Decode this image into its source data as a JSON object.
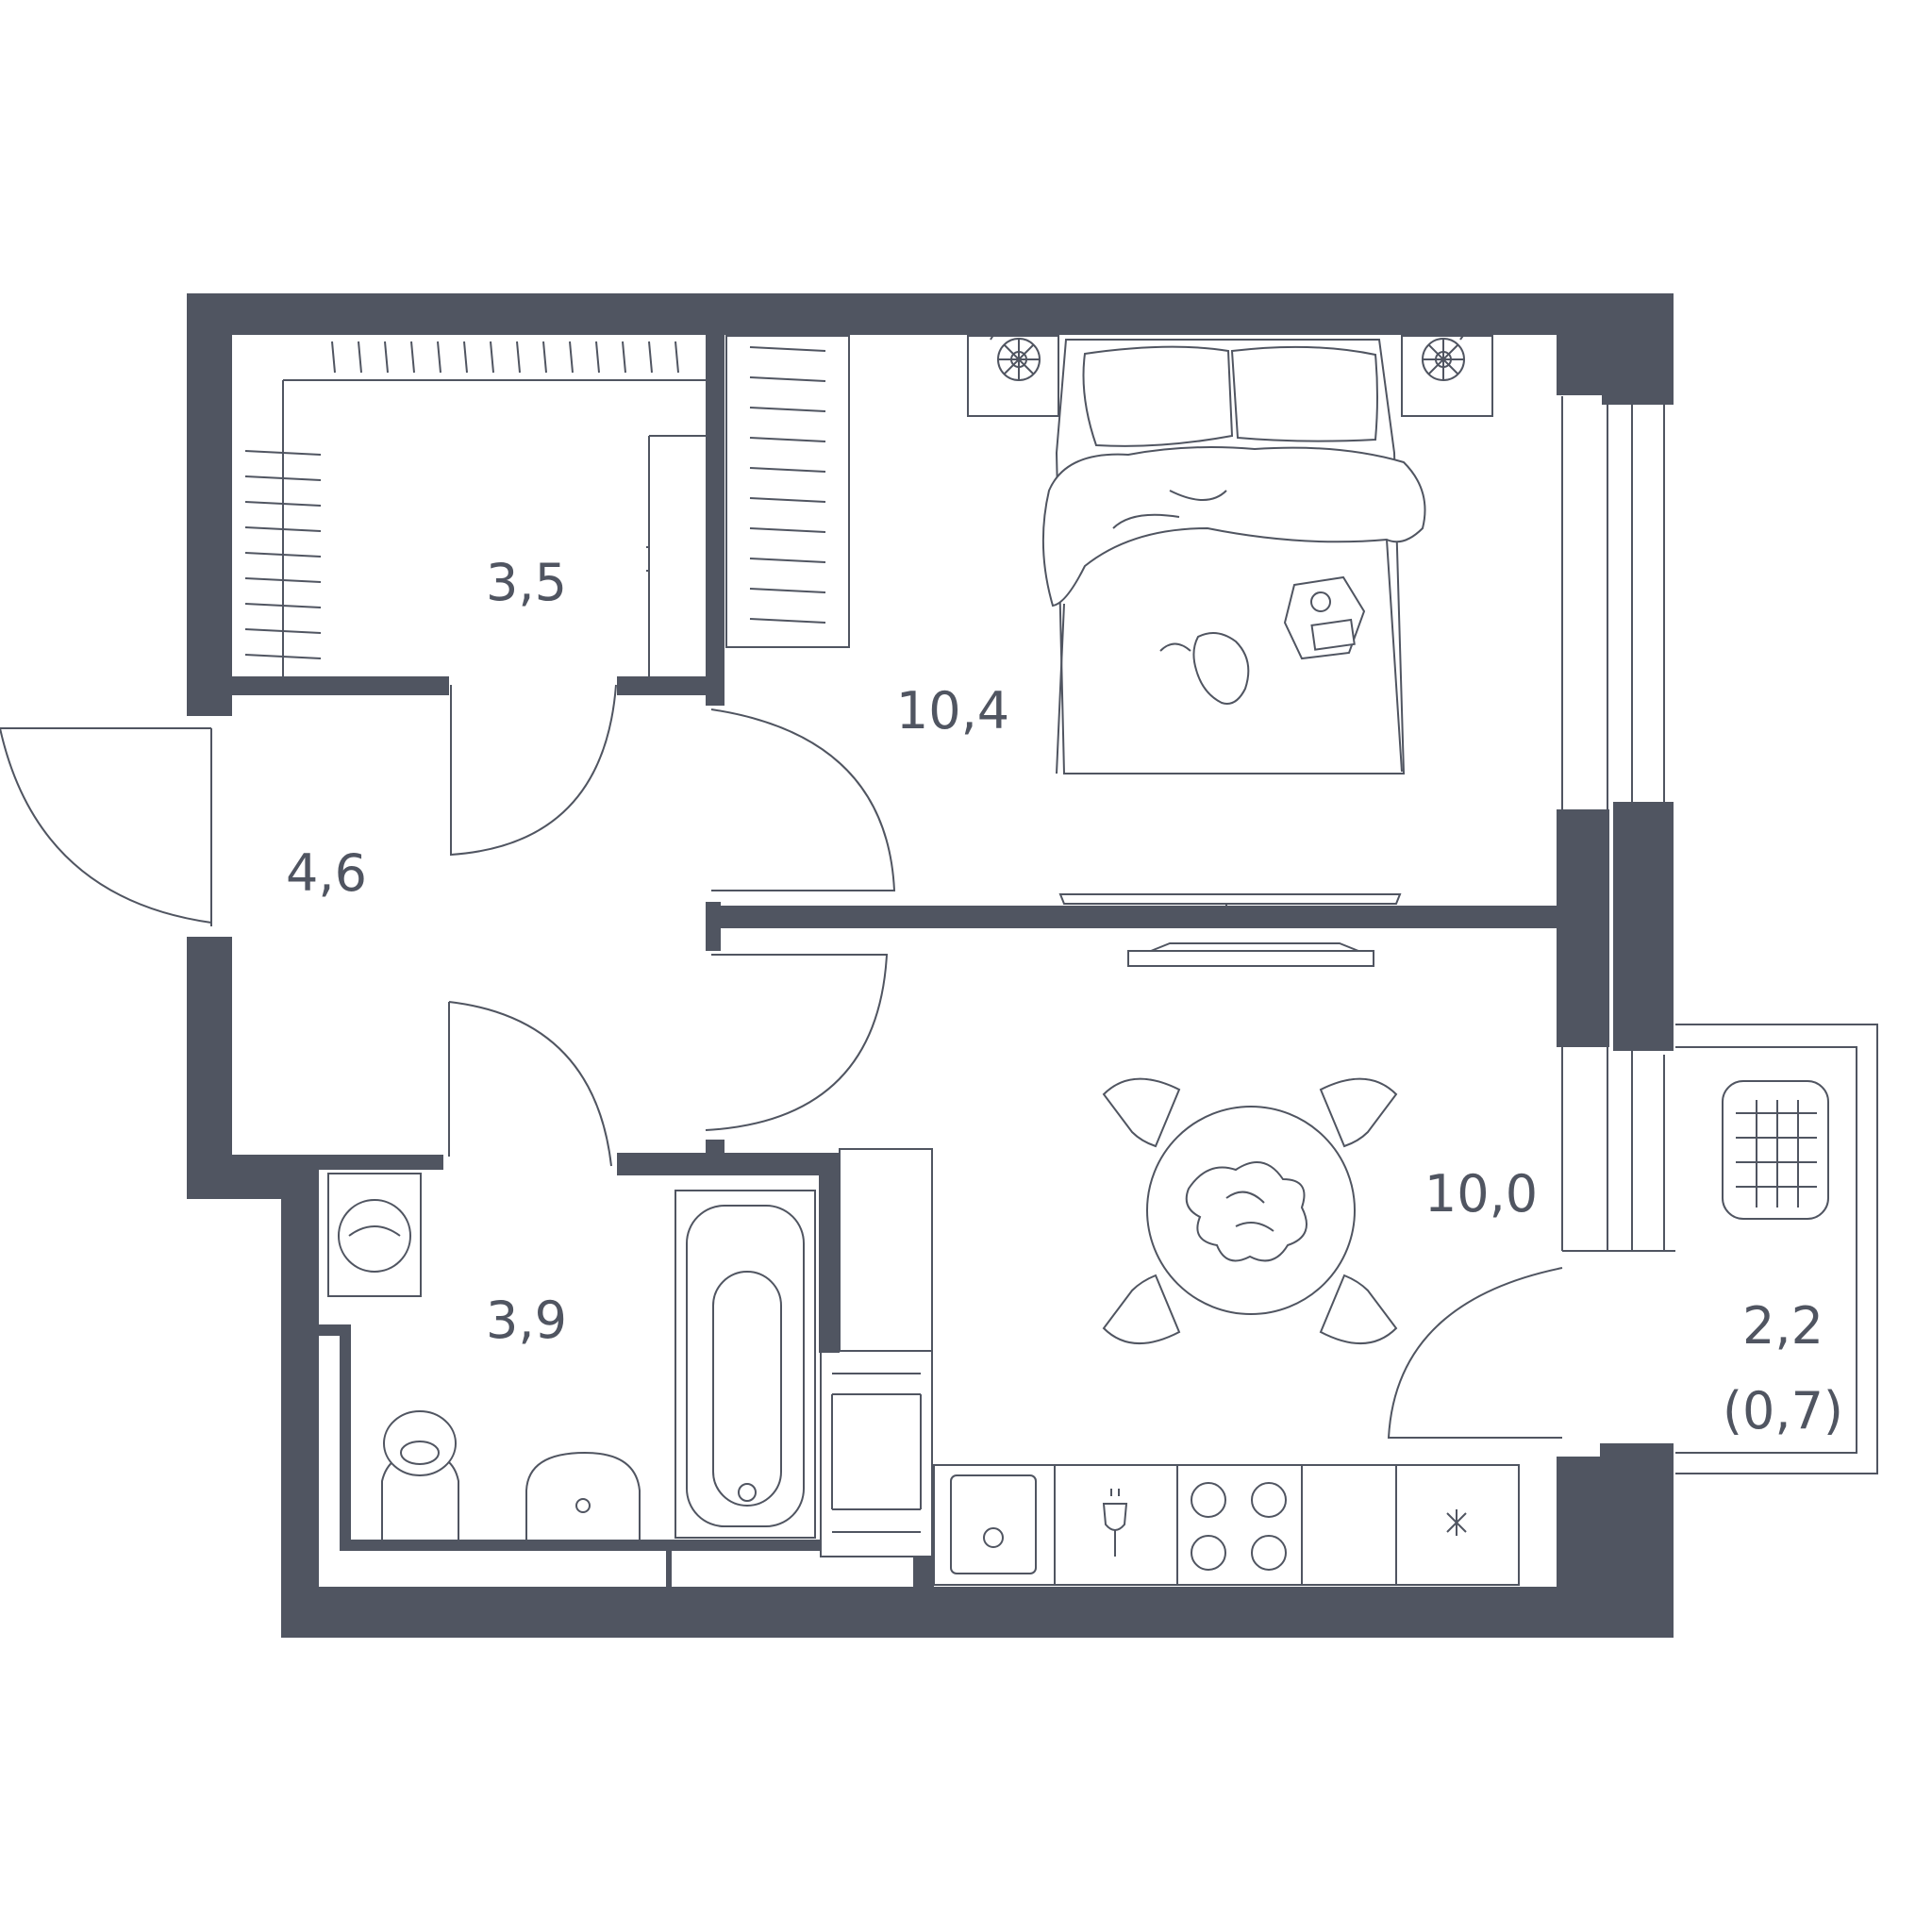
{
  "colors": {
    "wall": "#505561",
    "background": "#ffffff"
  },
  "rooms": {
    "wardrobe": {
      "area": "3,5"
    },
    "bedroom": {
      "area": "10,4"
    },
    "hall": {
      "area": "4,6"
    },
    "bathroom": {
      "area": "3,9"
    },
    "kitchen_living": {
      "area": "10,0"
    },
    "balcony": {
      "area": "2,2",
      "area_reduced": "(0,7)"
    }
  },
  "icons": [
    "wardrobe-icon",
    "bed-icon",
    "nightstand-icon",
    "tv-icon",
    "dining-table-icon",
    "chair-icon",
    "washing-machine-icon",
    "toilet-icon",
    "sink-icon",
    "bathtub-icon",
    "kitchen-sink-icon",
    "stove-icon",
    "balcony-chair-icon"
  ]
}
